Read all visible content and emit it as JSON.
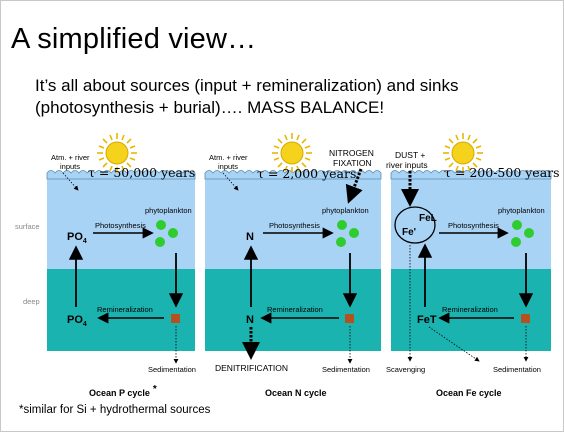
{
  "slide": {
    "title": "A simplified view…",
    "body": "It’s all about sources (input + remineralization) and sinks (photosynthesis + burial)…. MASS BALANCE!",
    "footnote": "*similar for Si + hydrothermal sources"
  },
  "colors": {
    "surface_water": "#a9d3f5",
    "deep_water": "#1bb3b0",
    "phytoplankton": "#2ecc2e",
    "sediment": "#b5501f",
    "sun": "#f5d21c"
  },
  "layer_labels": {
    "surface": "surface",
    "deep": "deep"
  },
  "panels": [
    {
      "id": "p",
      "top_left_label_line1": "Atm. + river",
      "top_left_label_line2": "inputs",
      "tau": "τ = 50,000 years",
      "phytoplankton": "phytoplankton",
      "photosynthesis": "Photosynthesis",
      "remineralization": "Remineralization",
      "nutrient_surface": "PO",
      "nutrient_surface_sub": "4",
      "nutrient_deep": "PO",
      "nutrient_deep_sub": "4",
      "sedimentation": "Sedimentation",
      "caption": "Ocean P cycle",
      "caption_mark": "*"
    },
    {
      "id": "n",
      "top_left_label_line1": "Atm. + river",
      "top_left_label_line2": "inputs",
      "top_right_label_line1": "NITROGEN",
      "top_right_label_line2": "FIXATION",
      "tau": "τ = 2,000 years",
      "phytoplankton": "phytoplankton",
      "photosynthesis": "Photosynthesis",
      "remineralization": "Remineralization",
      "nutrient_surface": "N",
      "nutrient_deep": "N",
      "denitrification": "DENITRIFICATION",
      "sedimentation": "Sedimentation",
      "caption": "Ocean N cycle"
    },
    {
      "id": "fe",
      "top_left_label_line1": "DUST +",
      "top_left_label_line2": "river inputs",
      "tau": "τ = 200-500 years",
      "phytoplankton": "phytoplankton",
      "photosynthesis": "Photosynthesis",
      "remineralization": "Remineralization",
      "species_fel": "FeL",
      "species_fe_prime": "Fe'",
      "nutrient_deep": "FeT",
      "scavenging": "Scavenging",
      "sedimentation": "Sedimentation",
      "caption": "Ocean Fe cycle"
    }
  ]
}
